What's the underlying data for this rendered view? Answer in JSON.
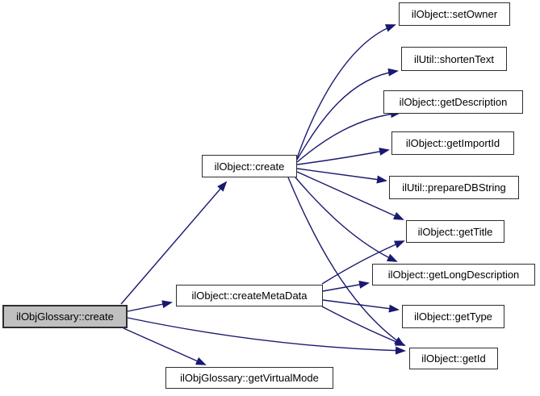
{
  "diagram": {
    "type": "call-graph",
    "colors": {
      "background": "#ffffff",
      "edge": "#191970",
      "node_border": "#2e2e2e",
      "node_fill": "#ffffff",
      "highlighted_node_fill": "#c0c0c0",
      "text": "#000000"
    },
    "nodes": [
      {
        "id": "ilObjGlossary::create",
        "label": "ilObjGlossary::create",
        "highlighted": true
      },
      {
        "id": "ilObject::create",
        "label": "ilObject::create",
        "highlighted": false
      },
      {
        "id": "ilObject::createMetaData",
        "label": "ilObject::createMetaData",
        "highlighted": false
      },
      {
        "id": "ilObjGlossary::getVirtualMode",
        "label": "ilObjGlossary::getVirtualMode",
        "highlighted": false
      },
      {
        "id": "ilObject::setOwner",
        "label": "ilObject::setOwner",
        "highlighted": false
      },
      {
        "id": "ilUtil::shortenText",
        "label": "ilUtil::shortenText",
        "highlighted": false
      },
      {
        "id": "ilObject::getDescription",
        "label": "ilObject::getDescription",
        "highlighted": false
      },
      {
        "id": "ilObject::getImportId",
        "label": "ilObject::getImportId",
        "highlighted": false
      },
      {
        "id": "ilUtil::prepareDBString",
        "label": "ilUtil::prepareDBString",
        "highlighted": false
      },
      {
        "id": "ilObject::getTitle",
        "label": "ilObject::getTitle",
        "highlighted": false
      },
      {
        "id": "ilObject::getLongDescription",
        "label": "ilObject::getLongDescription",
        "highlighted": false
      },
      {
        "id": "ilObject::getType",
        "label": "ilObject::getType",
        "highlighted": false
      },
      {
        "id": "ilObject::getId",
        "label": "ilObject::getId",
        "highlighted": false
      }
    ],
    "edges": [
      {
        "from": "ilObjGlossary::create",
        "to": "ilObject::create"
      },
      {
        "from": "ilObjGlossary::create",
        "to": "ilObject::createMetaData"
      },
      {
        "from": "ilObjGlossary::create",
        "to": "ilObject::getId"
      },
      {
        "from": "ilObjGlossary::create",
        "to": "ilObjGlossary::getVirtualMode"
      },
      {
        "from": "ilObject::create",
        "to": "ilObject::setOwner"
      },
      {
        "from": "ilObject::create",
        "to": "ilUtil::shortenText"
      },
      {
        "from": "ilObject::create",
        "to": "ilObject::getDescription"
      },
      {
        "from": "ilObject::create",
        "to": "ilObject::getImportId"
      },
      {
        "from": "ilObject::create",
        "to": "ilUtil::prepareDBString"
      },
      {
        "from": "ilObject::create",
        "to": "ilObject::getTitle"
      },
      {
        "from": "ilObject::create",
        "to": "ilObject::getLongDescription"
      },
      {
        "from": "ilObject::create",
        "to": "ilObject::getId"
      },
      {
        "from": "ilObject::createMetaData",
        "to": "ilObject::getTitle"
      },
      {
        "from": "ilObject::createMetaData",
        "to": "ilObject::getLongDescription"
      },
      {
        "from": "ilObject::createMetaData",
        "to": "ilObject::getType"
      },
      {
        "from": "ilObject::createMetaData",
        "to": "ilObject::getId"
      }
    ]
  }
}
